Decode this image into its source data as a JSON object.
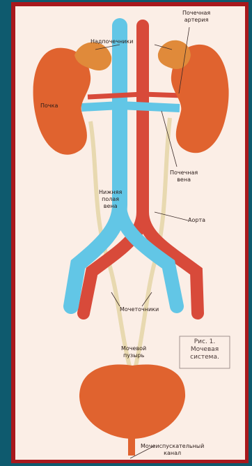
{
  "labels": {
    "renal_artery": [
      "Почечная",
      "артерия"
    ],
    "adrenal_glands": "Надпочечники",
    "kidney": "Почка",
    "renal_vein": [
      "Почечная",
      "вена"
    ],
    "inferior_vena_cava": [
      "Нижняя",
      "полая",
      "вена"
    ],
    "aorta": "Аорта",
    "ureters": "Мочеточники",
    "bladder": [
      "Мочевой",
      "пузырь"
    ],
    "urethra": [
      "Мочеиспускательный",
      "канал"
    ]
  },
  "caption": [
    "Рис. 1.",
    "Мочевая",
    "система."
  ],
  "colors": {
    "background": "#0e5a6e",
    "frame": "#a8181c",
    "panel": "#fbeee6",
    "kidney": "#e0632f",
    "adrenal": "#e08a3a",
    "vein": "#62c6e6",
    "artery": "#d84a3a",
    "ureter": "#e8d9b0"
  }
}
